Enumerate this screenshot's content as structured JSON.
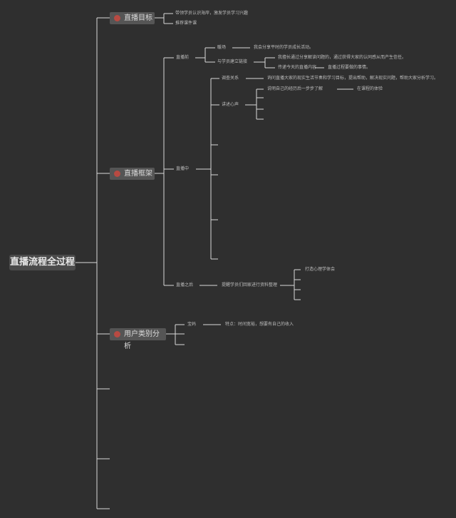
{
  "root": "直播流程全过程",
  "topics": {
    "goal": "直播目标",
    "framework": "直播框架",
    "users": "用户类别分析"
  },
  "goal_items": [
    "带领学员认识海岸，激发学员学习兴趣",
    "推荐课件课"
  ],
  "framework": {
    "pre_live": "直播前",
    "pre_items": [
      "暖场",
      "与学员建立链接"
    ],
    "warmup_detail": "我会分享平时的学员成长活动。",
    "link_details": [
      "我擅长通过分享解读问题的，通过获得大家的认同感从而产生信任。",
      "传递今天的直播内容"
    ],
    "link_sub": "直播过程要做的事情。",
    "during_live": "直播中",
    "during_items": [
      "调查关系",
      "讲述心声"
    ],
    "investigate_detail": "询问直播大家的现实生活节奏和学习目标，提出帮助，解决现实问题，帮助大家分析学习。",
    "story_detail": "说明自己的经历后一步步了解",
    "story_sub": "在课程的体验",
    "post_live": "直播之后",
    "post_detail": "提醒学员们回家进行资料整理",
    "post_sub": "打造心理学体会"
  },
  "users": {
    "item": "宝妈",
    "detail": "特点：时间宽裕，想要有自己的收入"
  }
}
